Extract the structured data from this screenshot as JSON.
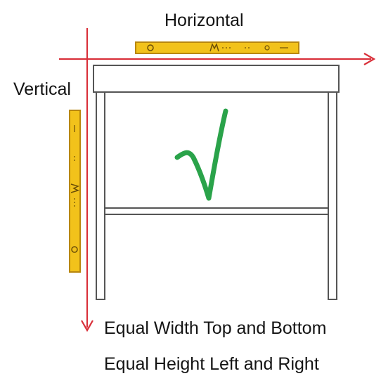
{
  "labels": {
    "horizontal": "Horizontal",
    "vertical": "Vertical",
    "caption_line_1": "Equal Width Top and Bottom",
    "caption_line_2": "Equal Height Left and Right"
  },
  "icons": {
    "horizontal_level": "spirit-level-icon",
    "vertical_level": "spirit-level-icon",
    "check": "checkmark-icon"
  },
  "colors": {
    "axis_arrow": "#d9303a",
    "level_body": "#f2c21b",
    "level_edge": "#b8870e",
    "check": "#2aa34a",
    "table_outline": "#555555"
  }
}
